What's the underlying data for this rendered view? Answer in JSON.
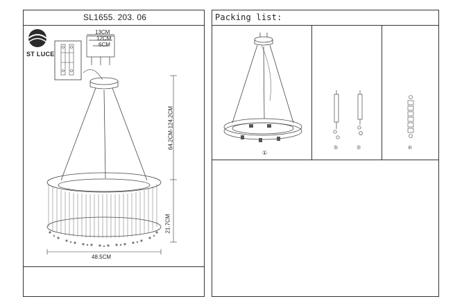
{
  "left_panel": {
    "model": "SL1655. 203. 06",
    "logo_text": "ST LUCE",
    "dimensions": {
      "mount_outer": "13CM",
      "mount_mid": "12CM",
      "mount_inner": "6CM",
      "height_range": "64.2CM-124.2CM",
      "ring_height": "21.7CM",
      "diameter": "48.5CM"
    }
  },
  "right_panel": {
    "title": "Packing list:",
    "part_labels": {
      "ring": "①",
      "crystal_a": "㉛",
      "crystal_b": "㉛",
      "chain": "㊶"
    }
  }
}
